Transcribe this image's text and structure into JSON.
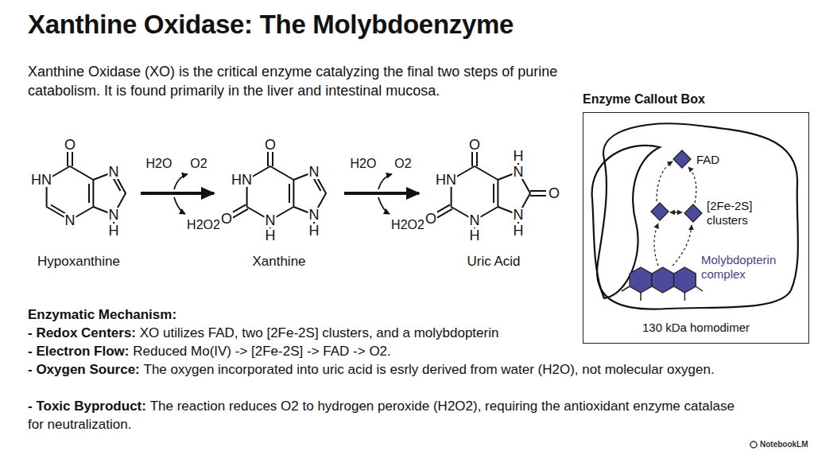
{
  "diagram": {
    "title": "Xanthine Oxidase: The Molybdoenzyme",
    "nodes": [
      {
        "text": [
          "Hypoxanthine"
        ]
      },
      {
        "text": [
          "Xanthine"
        ]
      },
      {
        "text": [
          "Uric Acid"
        ]
      },
      {
        "text": [
          "Enzyme Callout Box",
          "130 kDa homodimer"
        ]
      }
    ],
    "edges": [
      {
        "from": 0,
        "to": 1,
        "arrow": "to"
      },
      {
        "from": 1,
        "to": 2,
        "arrow": "to"
      }
    ],
    "labels": [
      "Xanthine Oxidase (XO) is the critical enzyme catalyzing the final two steps of purine catabolism. It is found primarily in the liver and intestinal mucosa.",
      "O",
      "HN",
      "N",
      "N",
      "N",
      "H",
      "H2O",
      "O2",
      "H2O2",
      "O",
      "HN",
      "N",
      "O",
      "N",
      "H",
      "N",
      "H",
      "H2O",
      "O2",
      "H2O2",
      "O",
      "HN",
      "H",
      "N",
      "O",
      "O",
      "N",
      "H",
      "N",
      "H",
      "FAD",
      "[2Fe-2S] clusters",
      "Molybdopterin complex",
      "Enzymatic Mechanism:",
      "- Redox Centers:",
      "XO utilizes FAD, two [2Fe-2S] clusters, and a molybdopterin",
      "- Electron Flow:",
      "Reduced Mo(IV) -> [2Fe-2S] -> FAD -> O2.",
      "- Oxygen Source:",
      "The oxygen incorporated into uric acid is esrly derived from water (H2O), not molecular oxygen.",
      "- Toxic Byproduct:",
      "The reaction reduces O2 to hydrogen peroxide (H2O2), requiring the antioxidant enzyme catalase for neutralization.",
      "NotebookLM"
    ]
  }
}
